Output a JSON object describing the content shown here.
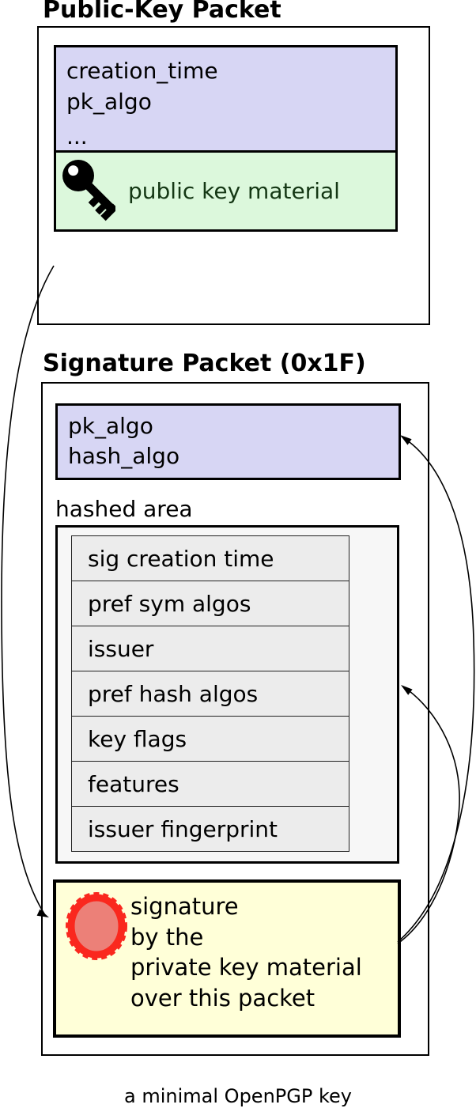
{
  "diagram": {
    "caption": "a minimal OpenPGP key",
    "public_key_packet": {
      "title": "Public-Key Packet",
      "fields_box": {
        "lines": [
          "creation_time",
          "pk_algo",
          "..."
        ]
      },
      "material_box": {
        "icon": "key-icon",
        "label": "public key material"
      }
    },
    "signature_packet": {
      "title": "Signature Packet (0x1F)",
      "algo_box": {
        "lines": [
          "pk_algo",
          "hash_algo"
        ]
      },
      "hashed_area": {
        "label": "hashed area",
        "subpackets": [
          "sig creation time",
          "pref sym algos",
          "issuer",
          "pref hash algos",
          "key flags",
          "features",
          "issuer fingerprint"
        ]
      },
      "signature_box": {
        "icon": "seal-icon",
        "lines": [
          "signature",
          "by the",
          "private key material",
          "over this packet"
        ]
      }
    },
    "colors": {
      "lavender": "#d7d6f4",
      "green_bg": "#dcf8dc",
      "green_text": "#143714",
      "yellow_bg": "#ffffd8",
      "hashed_bg": "#f7f7f7",
      "row_bg": "#ececec",
      "seal_ring": "#fa281e",
      "seal_fill": "#ec8078",
      "line_color": "#000000"
    }
  }
}
